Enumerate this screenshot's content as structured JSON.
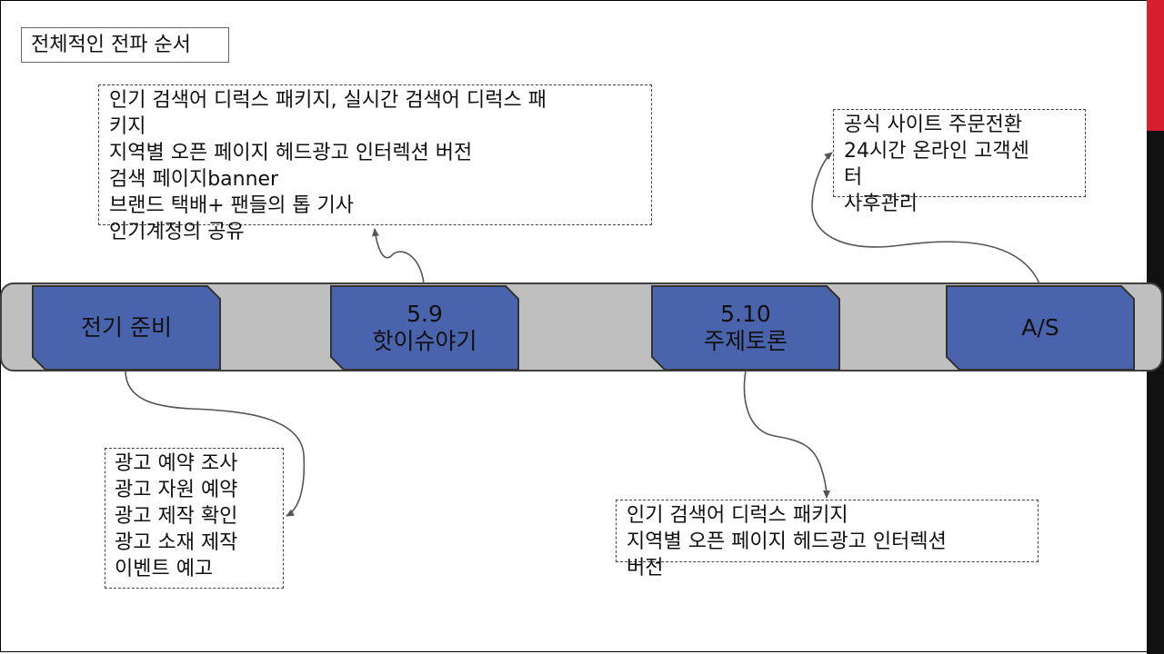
{
  "slide": {
    "title": "전체적인 전파 순서",
    "colors": {
      "bar": "#bfbfbf",
      "stage": "#4a63ad",
      "accent_red": "#d6202f",
      "accent_black": "#111111"
    }
  },
  "stages": [
    {
      "label": "전기 준비"
    },
    {
      "label": "5.9\n핫이슈야기"
    },
    {
      "label": "5.10\n주제토론"
    },
    {
      "label": "A/S"
    }
  ],
  "notes": {
    "hot_issue": "인기 검색어 디럭스 패키지, 실시간 검색어 디럭스 패\n키지\n지역별 오픈 페이지 헤드광고 인터렉션 버전\n검색 페이지banner\n브랜드 택배+ 팬들의 톱 기사\n인기계정의 공유",
    "after_service": "공식 사이트 주문전환\n24시간 온라인 고객센\n터\n사후관리",
    "preparation": "광고 예약 조사\n광고 자원 예약\n광고 제작 확인\n광고 소재 제작\n이벤트 예고",
    "discussion": "인기 검색어 디럭스 패키지\n지역별 오픈 페이지 헤드광고 인터렉션\n버전"
  }
}
